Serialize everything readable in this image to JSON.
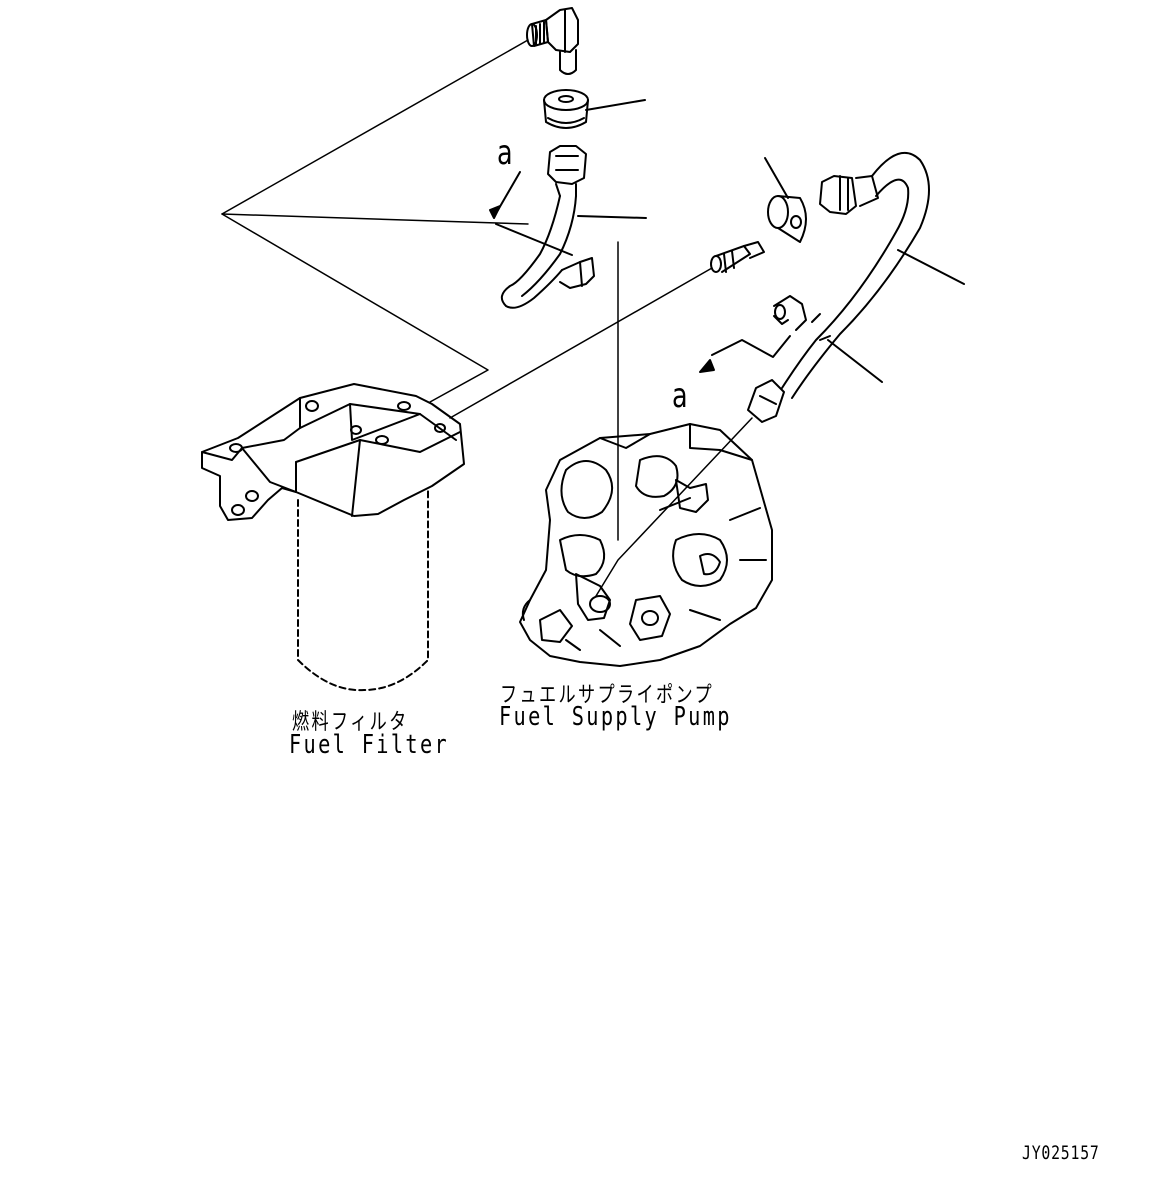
{
  "view_markers": {
    "marker_left": "a",
    "marker_right": "a"
  },
  "components": {
    "fuel_filter": {
      "label_jp": "燃料フィルタ",
      "label_en": "Fuel Filter"
    },
    "fuel_supply_pump": {
      "label_jp": "フュエルサプライポンプ",
      "label_en": "Fuel Supply Pump"
    }
  },
  "drawing_number": "JY025157",
  "colors": {
    "line": "#000000",
    "background": "#ffffff"
  }
}
